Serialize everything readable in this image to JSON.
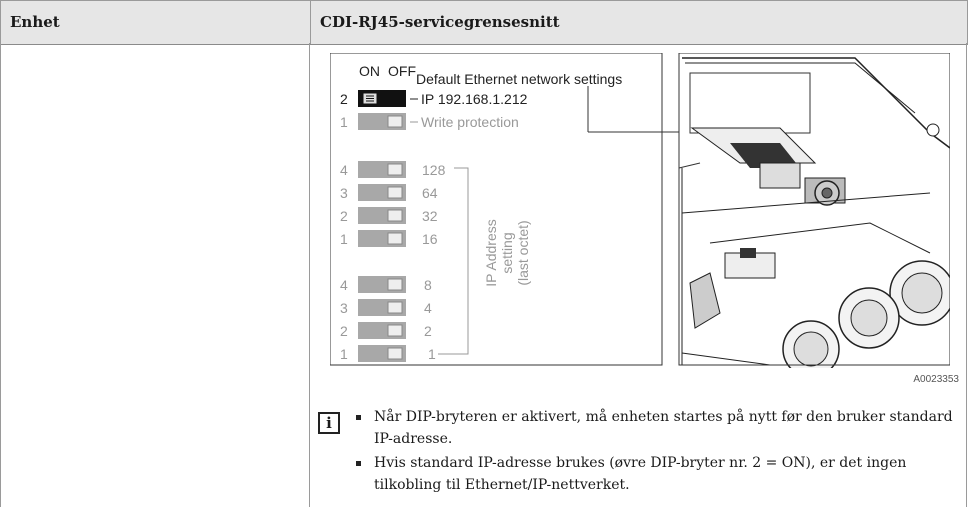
{
  "table": {
    "col1_header": "Enhet",
    "col2_header": "CDI-RJ45-servicegrensesnitt"
  },
  "figure": {
    "on_label": "ON",
    "off_label": "OFF",
    "default_title": "Default Ethernet network settings",
    "ip_line": "IP 192.168.1.212",
    "write_protection": "Write protection",
    "switches_top": [
      {
        "num": "2"
      },
      {
        "num": "1"
      }
    ],
    "switches_ip": [
      {
        "num": "4",
        "value": "128"
      },
      {
        "num": "3",
        "value": "64"
      },
      {
        "num": "2",
        "value": "32"
      },
      {
        "num": "1",
        "value": "16"
      },
      {
        "num": "4",
        "value": "8"
      },
      {
        "num": "3",
        "value": "4"
      },
      {
        "num": "2",
        "value": "2"
      },
      {
        "num": "1",
        "value": "1"
      }
    ],
    "ip_setting_label": [
      "IP Address",
      "setting",
      "(last octet)"
    ],
    "figure_code": "A0023353"
  },
  "notes": {
    "bullet1": "Når DIP-bryteren er aktivert, må enheten startes på nytt før den bruker standard IP-adresse.",
    "bullet2": "Hvis standard IP-adresse brukes (øvre DIP-bryter nr. 2 = ON), er det ingen tilkobling til Ethernet/IP-nettverket."
  },
  "icons": {
    "info": "info-icon"
  }
}
